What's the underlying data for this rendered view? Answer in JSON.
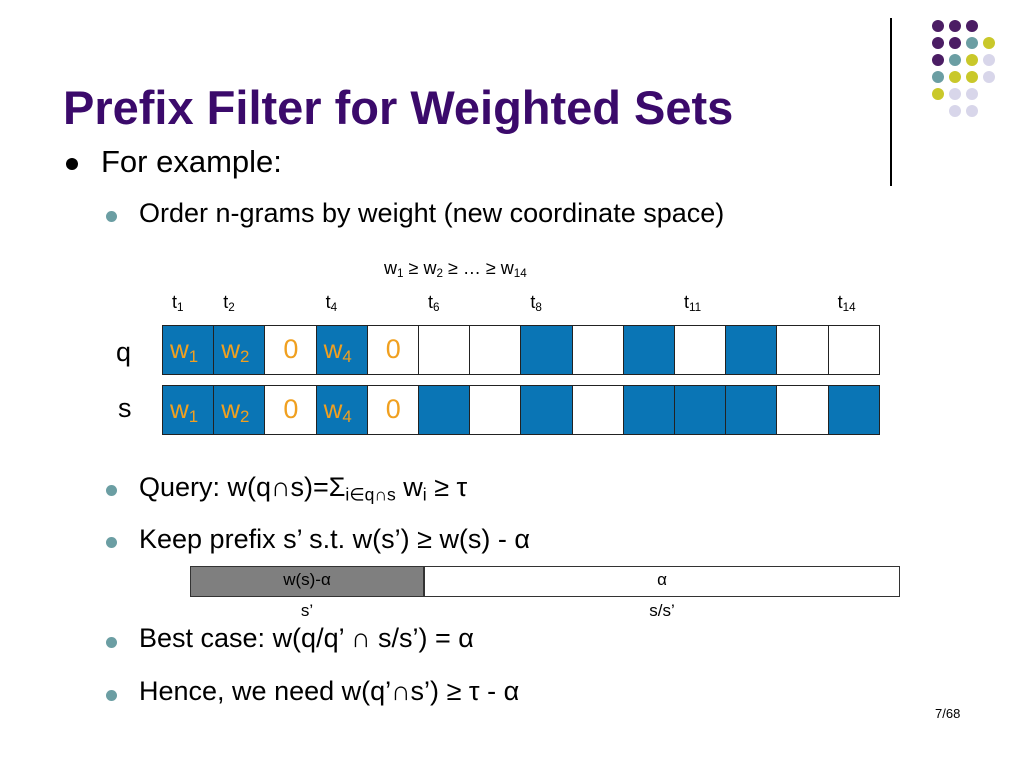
{
  "title": "Prefix Filter for Weighted Sets",
  "bullets": {
    "for_example": "For example:",
    "order": "Order n-grams by weight (new coordinate space)",
    "query_prefix": "Query: w(q",
    "query_mid": "s)=",
    "query_sigma": "Σ",
    "query_sub_a": "i",
    "query_sub_b": "q",
    "query_sub_c": "s",
    "query_w": "w",
    "query_wi": "i",
    "query_tail": "τ",
    "keep": "Keep prefix s’ s.t. w(s’)",
    "keep_tail": "w(s) - α",
    "best": "Best case: w(q/q’",
    "best_tail": "s/s’) = α",
    "hence": "Hence, we need w(q’",
    "hence_mid": "s’)",
    "hence_tail": "τ - α"
  },
  "symbols": {
    "geq": "≥",
    "cap": "∩",
    "in": "∈",
    "ellipsis": "…"
  },
  "weights_line": {
    "w": "w",
    "sub1": "1",
    "sub2": "2",
    "sub14": "14"
  },
  "token_labels": [
    {
      "t": "t",
      "sub": "1"
    },
    {
      "t": "t",
      "sub": "2"
    },
    {
      "t": "t",
      "sub": "4"
    },
    {
      "t": "t",
      "sub": "6"
    },
    {
      "t": "t",
      "sub": "8"
    },
    {
      "t": "t",
      "sub": "11"
    },
    {
      "t": "t",
      "sub": "14"
    }
  ],
  "rows": {
    "q_label": "q",
    "s_label": "s",
    "q_filled": [
      true,
      true,
      false,
      true,
      false,
      false,
      false,
      true,
      false,
      true,
      false,
      true,
      false,
      false
    ],
    "s_filled": [
      true,
      true,
      false,
      true,
      false,
      true,
      false,
      true,
      false,
      true,
      true,
      true,
      false,
      true
    ],
    "cell_text": [
      "w",
      "w",
      "0",
      "w",
      "0"
    ],
    "cell_sub": [
      "1",
      "2",
      "",
      "4",
      ""
    ]
  },
  "bar": {
    "left_label": "w(s)-α",
    "right_label": "α",
    "left_caption": "s’",
    "right_caption": "s/s’"
  },
  "slide_number": "7/68",
  "colors": {
    "title": "#3b0a6b",
    "cell_fill": "#0a75b5",
    "weight_text": "#f0a020",
    "bar_gray": "#7f7f7f",
    "sub_bullet": "#6b9ea3",
    "deco_purple": "#4b1d64",
    "deco_teal": "#6b9ea3",
    "deco_yellow": "#c9c82a",
    "deco_lavender": "#d8d6ea"
  }
}
